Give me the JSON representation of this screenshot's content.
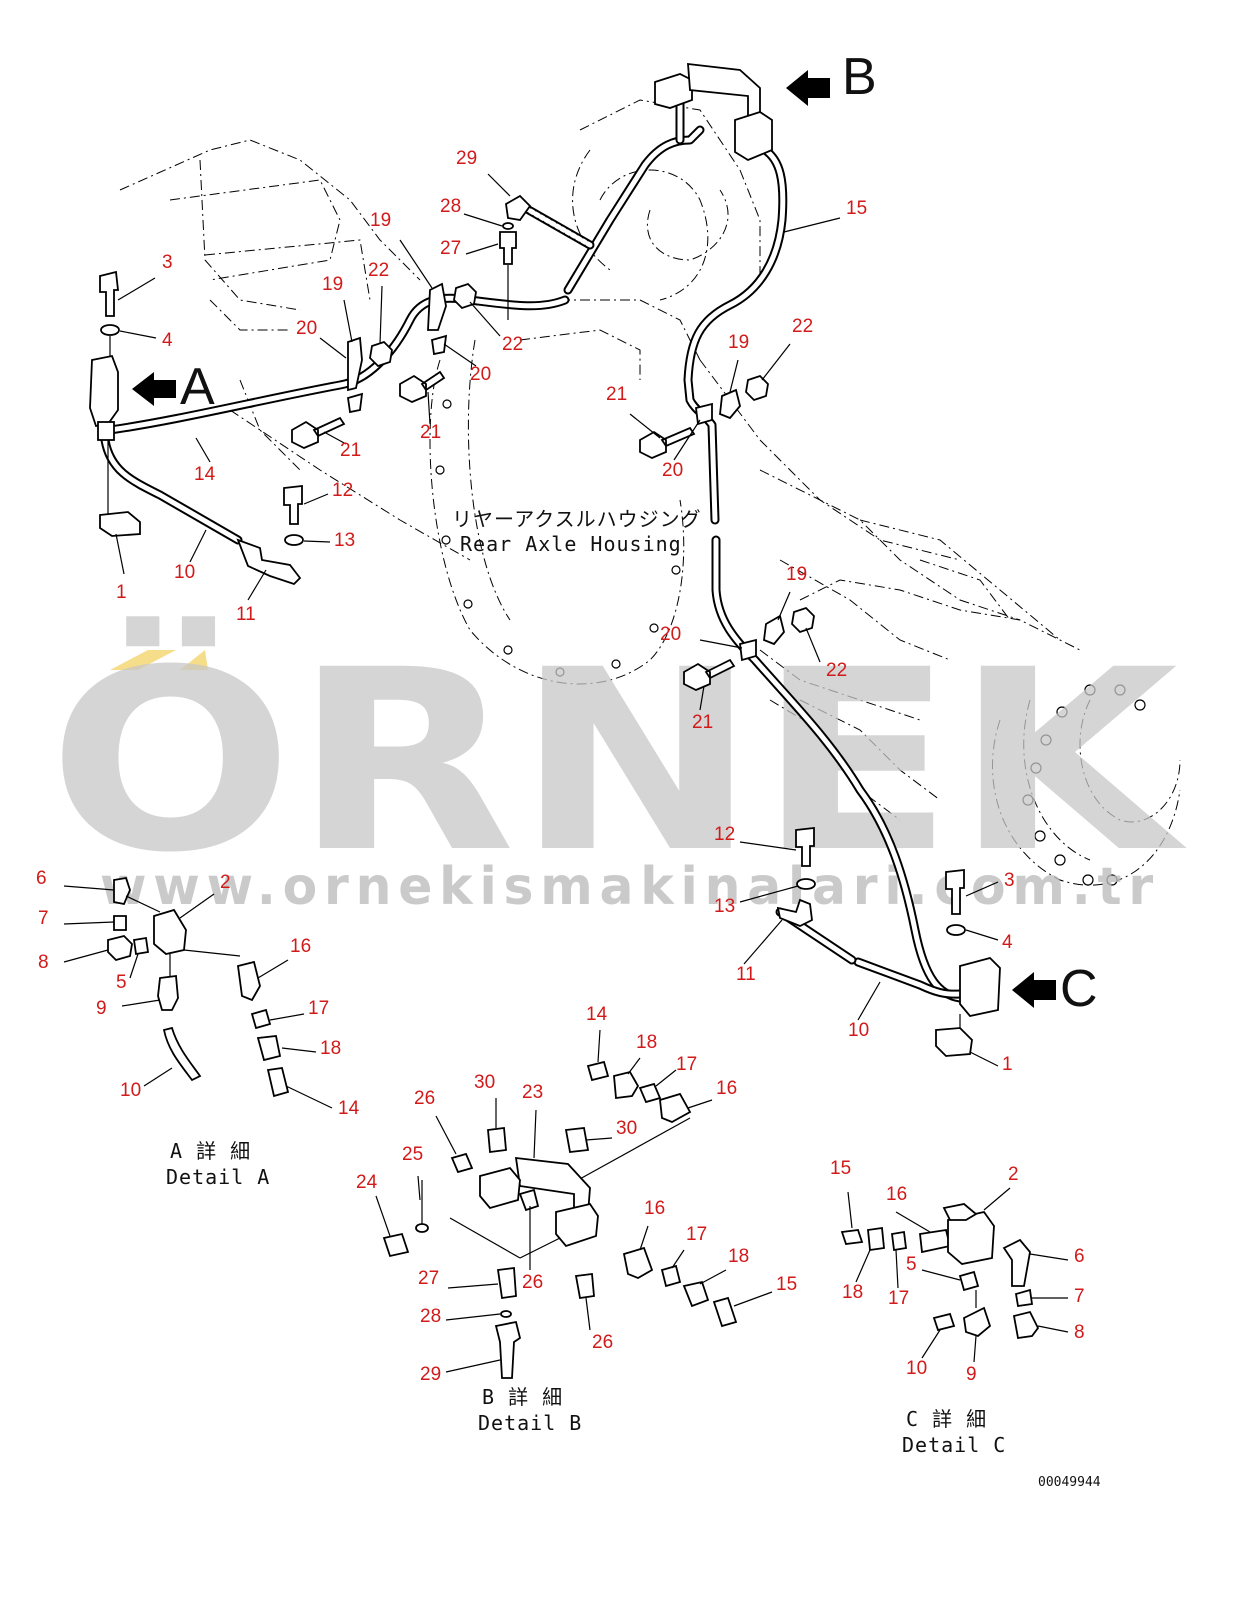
{
  "watermark": {
    "brand": "ÖRNEK",
    "url": "www.ornekismakinalari.com.tr",
    "accent_color": "#f5dd8a",
    "text_color": "#c7c7c7"
  },
  "housing_label": {
    "jp": "リヤーアクスルハウジング",
    "en": "Rear Axle Housing"
  },
  "view_arrows": [
    {
      "id": "a",
      "label": "A"
    },
    {
      "id": "b",
      "label": "B"
    },
    {
      "id": "c",
      "label": "C"
    }
  ],
  "details": {
    "a": {
      "jp": "A 詳 細",
      "en": "Detail A"
    },
    "b": {
      "jp": "B 詳 細",
      "en": "Detail B"
    },
    "c": {
      "jp": "C 詳 細",
      "en": "Detail C"
    }
  },
  "drawing_code": "00049944",
  "callout_color": "#d11a1a",
  "callouts": [
    {
      "id": "m3",
      "n": "3"
    },
    {
      "id": "m4",
      "n": "4"
    },
    {
      "id": "m14",
      "n": "14"
    },
    {
      "id": "m1",
      "n": "1"
    },
    {
      "id": "m10",
      "n": "10"
    },
    {
      "id": "m11",
      "n": "11"
    },
    {
      "id": "m12",
      "n": "12"
    },
    {
      "id": "m13",
      "n": "13"
    },
    {
      "id": "m19a",
      "n": "19"
    },
    {
      "id": "m20a",
      "n": "20"
    },
    {
      "id": "m21a",
      "n": "21"
    },
    {
      "id": "m22a",
      "n": "22"
    },
    {
      "id": "m19b",
      "n": "19"
    },
    {
      "id": "m22b",
      "n": "22"
    },
    {
      "id": "m22c",
      "n": "22"
    },
    {
      "id": "m20b",
      "n": "20"
    },
    {
      "id": "m21b",
      "n": "21"
    },
    {
      "id": "m29",
      "n": "29"
    },
    {
      "id": "m28",
      "n": "28"
    },
    {
      "id": "m27",
      "n": "27"
    },
    {
      "id": "m15",
      "n": "15"
    },
    {
      "id": "m22d",
      "n": "22"
    },
    {
      "id": "m19c",
      "n": "19"
    },
    {
      "id": "m21c",
      "n": "21"
    },
    {
      "id": "m20c",
      "n": "20"
    },
    {
      "id": "m19d",
      "n": "19"
    },
    {
      "id": "m22e",
      "n": "22"
    },
    {
      "id": "m20d",
      "n": "20"
    },
    {
      "id": "m21d",
      "n": "21"
    },
    {
      "id": "m12b",
      "n": "12"
    },
    {
      "id": "m13b",
      "n": "13"
    },
    {
      "id": "m3b",
      "n": "3"
    },
    {
      "id": "m4b",
      "n": "4"
    },
    {
      "id": "m11b",
      "n": "11"
    },
    {
      "id": "m10b",
      "n": "10"
    },
    {
      "id": "m1b",
      "n": "1"
    },
    {
      "id": "a6",
      "n": "6"
    },
    {
      "id": "a2",
      "n": "2"
    },
    {
      "id": "a7",
      "n": "7"
    },
    {
      "id": "a8",
      "n": "8"
    },
    {
      "id": "a5",
      "n": "5"
    },
    {
      "id": "a9",
      "n": "9"
    },
    {
      "id": "a16",
      "n": "16"
    },
    {
      "id": "a17",
      "n": "17"
    },
    {
      "id": "a18",
      "n": "18"
    },
    {
      "id": "a10",
      "n": "10"
    },
    {
      "id": "a14",
      "n": "14"
    },
    {
      "id": "b14",
      "n": "14"
    },
    {
      "id": "b18",
      "n": "18"
    },
    {
      "id": "b17",
      "n": "17"
    },
    {
      "id": "b16",
      "n": "16"
    },
    {
      "id": "b30a",
      "n": "30"
    },
    {
      "id": "b23",
      "n": "23"
    },
    {
      "id": "b26a",
      "n": "26"
    },
    {
      "id": "b30b",
      "n": "30"
    },
    {
      "id": "b25",
      "n": "25"
    },
    {
      "id": "b24",
      "n": "24"
    },
    {
      "id": "b16b",
      "n": "16"
    },
    {
      "id": "b17b",
      "n": "17"
    },
    {
      "id": "b18b",
      "n": "18"
    },
    {
      "id": "b15",
      "n": "15"
    },
    {
      "id": "b27",
      "n": "27"
    },
    {
      "id": "b26b",
      "n": "26"
    },
    {
      "id": "b26c",
      "n": "26"
    },
    {
      "id": "b28",
      "n": "28"
    },
    {
      "id": "b29",
      "n": "29"
    },
    {
      "id": "c15",
      "n": "15"
    },
    {
      "id": "c16",
      "n": "16"
    },
    {
      "id": "c2",
      "n": "2"
    },
    {
      "id": "c6",
      "n": "6"
    },
    {
      "id": "c5",
      "n": "5"
    },
    {
      "id": "c7",
      "n": "7"
    },
    {
      "id": "c18",
      "n": "18"
    },
    {
      "id": "c17",
      "n": "17"
    },
    {
      "id": "c8",
      "n": "8"
    },
    {
      "id": "c10",
      "n": "10"
    },
    {
      "id": "c9",
      "n": "9"
    }
  ]
}
